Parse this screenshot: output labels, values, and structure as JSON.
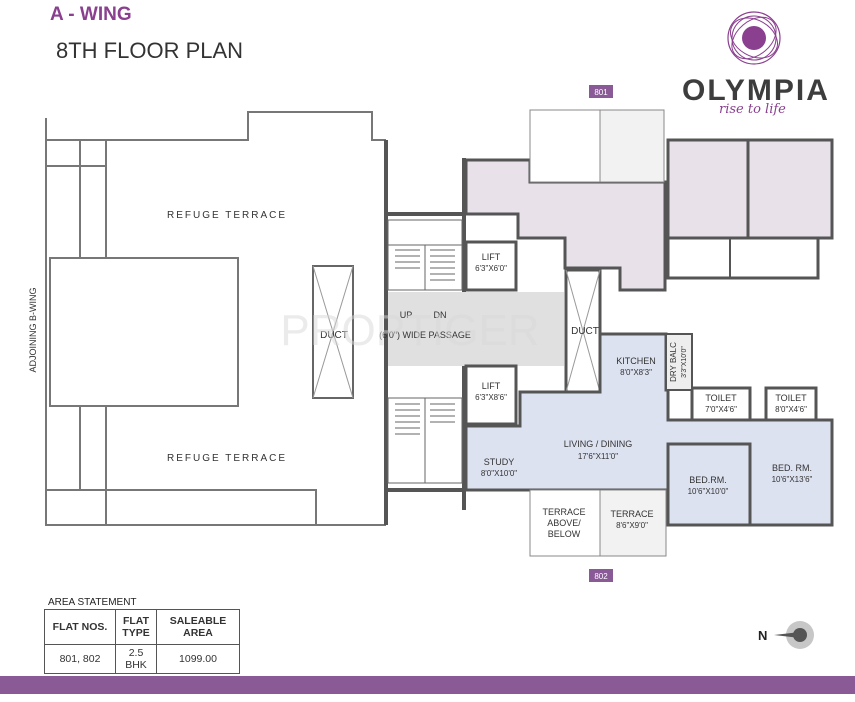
{
  "header": {
    "wing": "A - WING",
    "floor": "8TH FLOOR PLAN"
  },
  "brand": {
    "name": "OLYMPIA",
    "tagline": "rise to life",
    "accent_color": "#8a3f8f"
  },
  "plan": {
    "adjoining": "ADJOINING B-WING",
    "refuge_top": "REFUGE TERRACE",
    "refuge_bottom": "REFUGE TERRACE",
    "duct_left": "DUCT",
    "duct_right": "DUCT",
    "passage": "(6'0\") WIDE PASSAGE",
    "stair_up": "UP",
    "stair_dn": "DN",
    "watermark": "PROPTIGER",
    "lift_top": {
      "label": "LIFT",
      "size": "6'3\"X6'0\""
    },
    "lift_bottom": {
      "label": "LIFT",
      "size": "6'3\"X8'6\""
    },
    "flat_801": "801",
    "flat_802": "802",
    "kitchen": {
      "label": "KITCHEN",
      "size": "8'0\"X8'3\""
    },
    "dry_balc": {
      "label": "DRY BALC",
      "size": "3'3\"X10'0\""
    },
    "toilet_1": {
      "label": "TOILET",
      "size": "7'0\"X4'6\""
    },
    "toilet_2": {
      "label": "TOILET",
      "size": "8'0\"X4'6\""
    },
    "study": {
      "label": "STUDY",
      "size": "8'0\"X10'0\""
    },
    "living": {
      "label": "LIVING / DINING",
      "size": "17'6\"X11'0\""
    },
    "bed_1": {
      "label": "BED.RM.",
      "size": "10'6\"X10'0\""
    },
    "bed_2": {
      "label": "BED. RM.",
      "size": "10'6\"X13'6\""
    },
    "terrace_above": {
      "line1": "TERRACE",
      "line2": "ABOVE/",
      "line3": "BELOW"
    },
    "terrace": {
      "label": "TERRACE",
      "size": "8'6\"X9'0\""
    }
  },
  "area_statement": {
    "title": "AREA STATEMENT",
    "headers": [
      "FLAT NOS.",
      "FLAT TYPE",
      "SALEABLE AREA"
    ],
    "rows": [
      [
        "801, 802",
        "2.5 BHK",
        "1099.00"
      ]
    ]
  },
  "compass": {
    "label": "N"
  },
  "colors": {
    "wall": "#555555",
    "flat_801_fill": "#e8e1ea",
    "flat_802_fill": "#dde2f1",
    "passage_fill": "#e0e0e0",
    "footer": "#8a5a97"
  }
}
